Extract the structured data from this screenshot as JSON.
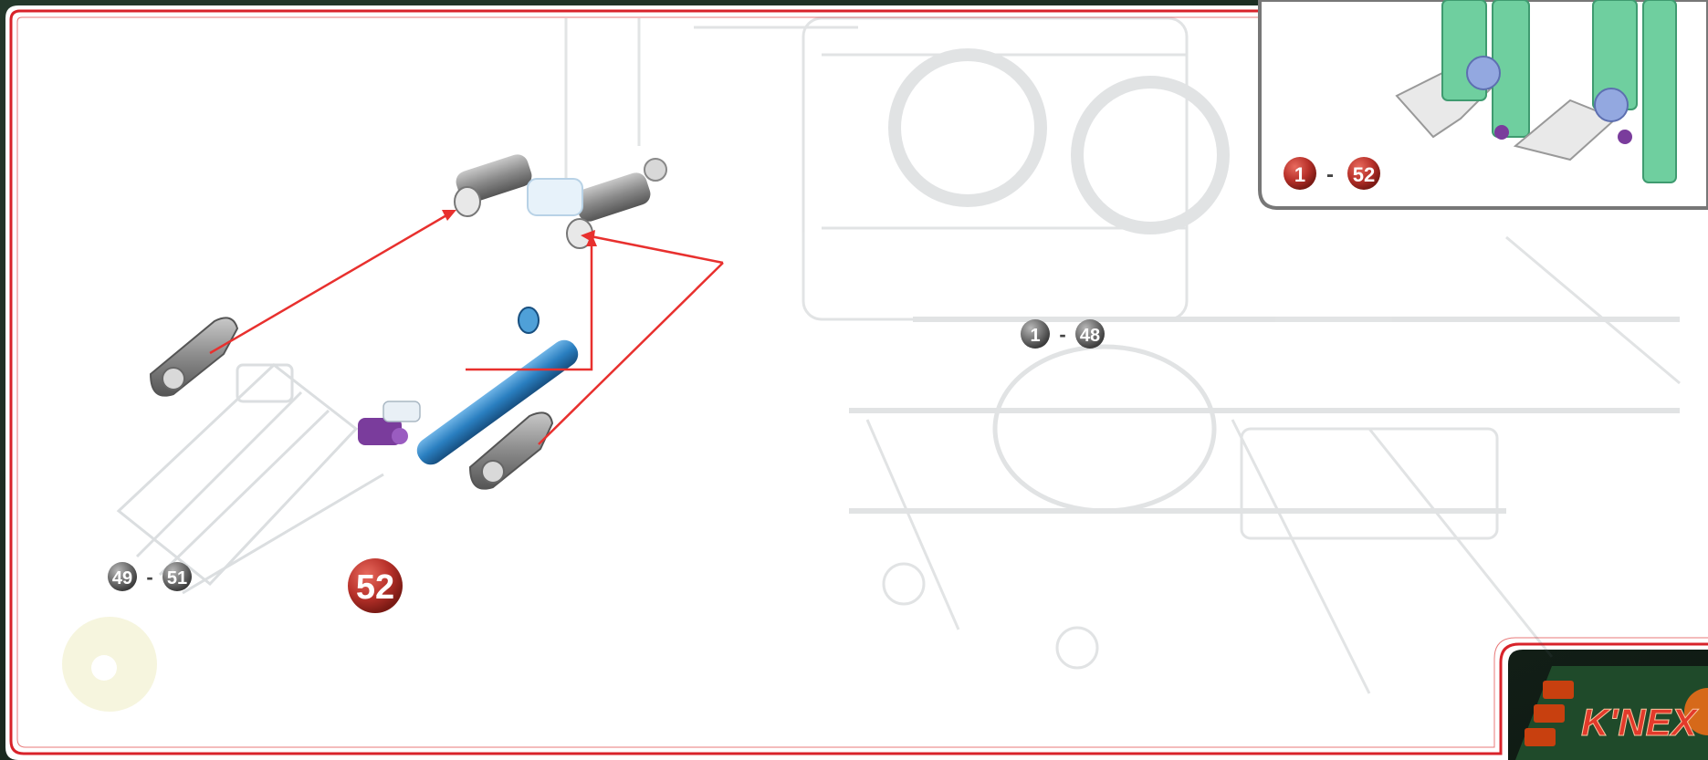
{
  "page": {
    "step_number": "52",
    "ranges": {
      "previous_steps": {
        "from": "1",
        "to": "48"
      },
      "sub_steps": {
        "from": "49",
        "to": "51"
      },
      "inset_steps": {
        "from": "1",
        "to": "52"
      },
      "separator": "-"
    },
    "brand": "K'NEX"
  },
  "colors": {
    "page_background": "#ffffff",
    "border_red": "#d8232a",
    "dark_frame": "#1b2a20",
    "step_badge": "#b8312a",
    "gray_badge": "#6e6e6e",
    "rod_blue": "#2a7fc0",
    "connector_gray": "#8a8a8a",
    "purple_part": "#7a3c9c",
    "inset_green": "#6fcf9f"
  }
}
